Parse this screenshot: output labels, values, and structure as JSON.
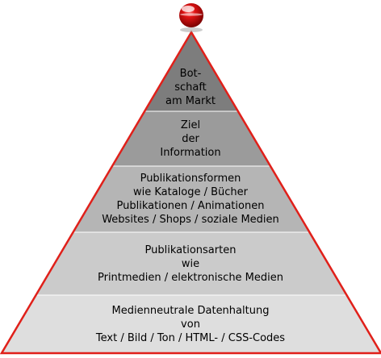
{
  "colors": {
    "outline": "#e0201a",
    "level_fills": [
      "#7d7d7d",
      "#9b9b9b",
      "#b5b5b5",
      "#cbcbcb",
      "#dedede"
    ],
    "sphere": "#d81010",
    "separator": "#ffffff"
  },
  "levels": [
    {
      "lines": [
        "Bot-",
        "schaft",
        "am Markt"
      ]
    },
    {
      "lines": [
        "Ziel",
        "der",
        "Information"
      ]
    },
    {
      "lines": [
        "Publikationsformen",
        "wie Kataloge / Bücher",
        "Publikationen / Animationen",
        "Websites / Shops / soziale Medien"
      ]
    },
    {
      "lines": [
        "Publikationsarten",
        "wie",
        "Printmedien / elektronische Medien"
      ]
    },
    {
      "lines": [
        "Medienneutrale Datenhaltung",
        "von",
        "Text / Bild / Ton / HTML- / CSS-Codes"
      ]
    }
  ]
}
